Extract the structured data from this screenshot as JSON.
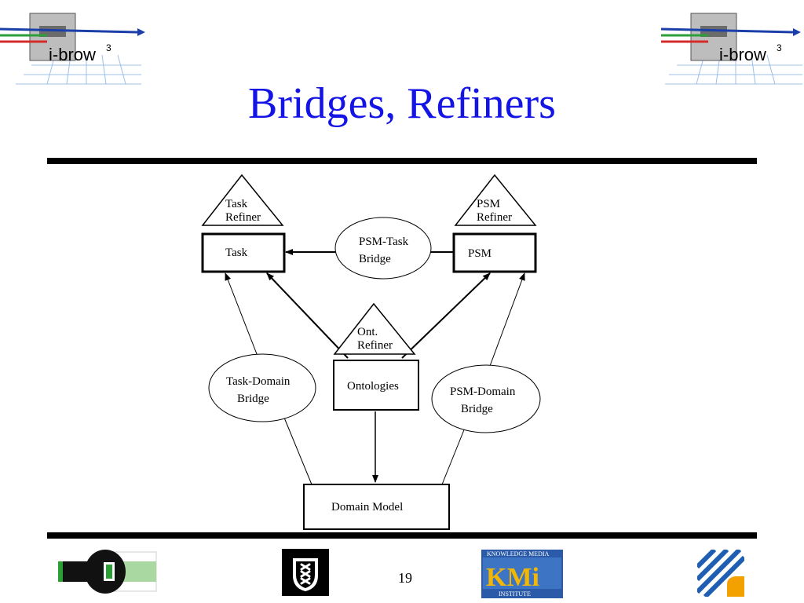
{
  "slide": {
    "title": "Bridges, Refiners",
    "page_number": "19"
  },
  "logos": {
    "ibrow_left": {
      "text": "i-brow",
      "superscript": "3"
    },
    "ibrow_right": {
      "text": "i-brow",
      "superscript": "3"
    },
    "kmi": {
      "top_text": "KNOWLEDGE MEDIA",
      "main_text": "KMi",
      "bottom_text": "INSTITUTE"
    }
  },
  "diagram": {
    "task_refiner": {
      "line1": "Task",
      "line2": "Refiner"
    },
    "psm_refiner": {
      "line1": "PSM",
      "line2": "Refiner"
    },
    "task": "Task",
    "psm": "PSM",
    "psm_task_bridge": {
      "line1": "PSM-Task",
      "line2": "Bridge"
    },
    "ont_refiner": {
      "line1": "Ont.",
      "line2": "Refiner"
    },
    "ontologies": "Ontologies",
    "task_domain_bridge": {
      "line1": "Task-Domain",
      "line2": "Bridge"
    },
    "psm_domain_bridge": {
      "line1": "PSM-Domain",
      "line2": "Bridge"
    },
    "domain_model": "Domain Model"
  }
}
